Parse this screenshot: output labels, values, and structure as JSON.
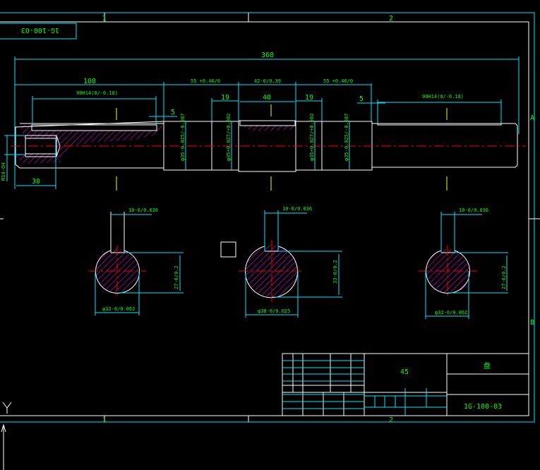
{
  "drawing": {
    "drawing_number_tag": "1G-100-03",
    "zone_columns": [
      "1",
      "2"
    ],
    "zone_rows": [
      "A",
      "B"
    ],
    "colors": {
      "background": "#000000",
      "outline": "#ffffff",
      "dimension": "#00e5ff",
      "text": "#00ff00",
      "centerline": "#ff0000",
      "hatch": "#ff00ff",
      "axis_mark": "#ffff00"
    }
  },
  "shaft_view": {
    "overall_length": "368",
    "len_108": "108",
    "keyway_left": "90H14(0/-0.18)",
    "len_55a": "55 +0.46/0",
    "len_42": "42-0/0.39",
    "len_55b": "55 +0.46/0",
    "len_19a": "19",
    "len_40": "40",
    "len_19b": "19",
    "len_5a": "5",
    "len_5b": "5",
    "keyway_right": "90H14(0/-0.18)",
    "len_30": "30",
    "thread": "M14-6H",
    "dia_1": "φ35-0.025/-0.087",
    "dia_2": "φ35+0.027/+0.002",
    "dia_3": "φ35+0.027/+0.002",
    "dia_4": "φ35-0.025/-0.087"
  },
  "sections": [
    {
      "key_width": "10-0/0.036",
      "depth": "27-0/0.2",
      "diameter": "φ32-0/0.062"
    },
    {
      "key_width": "10-0/0.036",
      "depth": "33-0/0.2",
      "diameter": "φ38-0/0.025"
    },
    {
      "key_width": "10-0/0.036",
      "depth": "27-0/0.2",
      "diameter": "φ32-0/0.062"
    }
  ],
  "title_block": {
    "material": "45",
    "part_name": "盘",
    "drawing_number": "1G-100-03"
  }
}
